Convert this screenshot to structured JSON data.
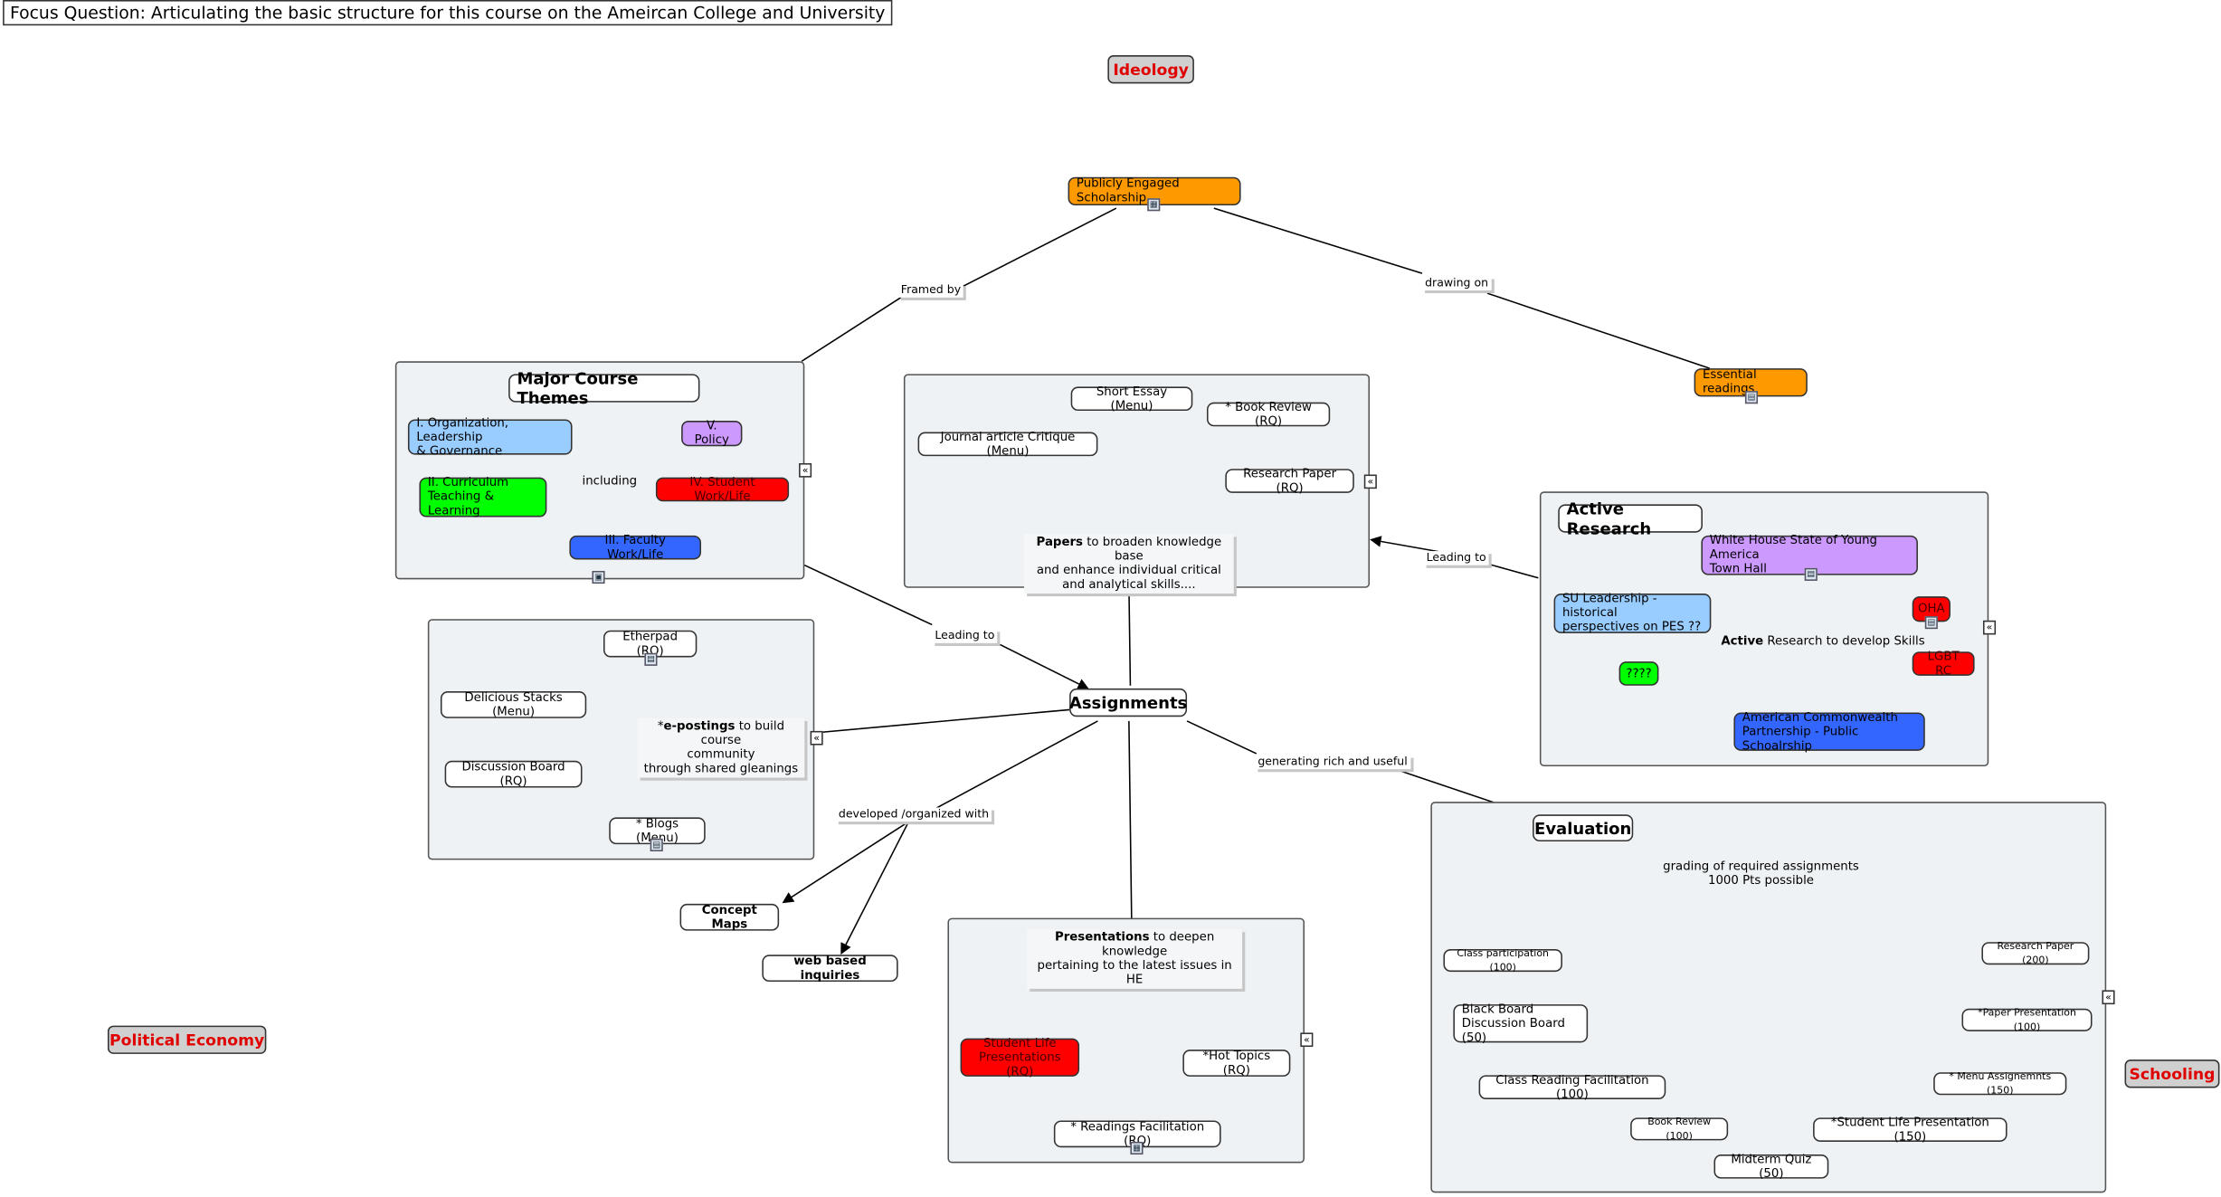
{
  "focus_question": "Focus Question:  Articulating the basic structure for this course on the Ameircan College and University",
  "corners": {
    "ideology": "Ideology",
    "political_economy": "Political Economy",
    "schooling": "Schooling"
  },
  "top": {
    "publicly_engaged": "Publicly Engaged Scholarship",
    "essential_readings": "Essential readings",
    "framed_by": "Framed by",
    "drawing_on": "drawing on"
  },
  "themes": {
    "title": "Major Course Themes",
    "hub": "including",
    "items": [
      "I. Organization, Leadership\n& Governance",
      "V. Policy",
      "II. Curriculum\nTeaching & Learning",
      "IV. Student Work/Life",
      "III. Faculty Work/Life"
    ]
  },
  "papers": {
    "hub_bold": "Papers",
    "hub_rest": " to broaden knowledge base\nand enhance individual critical\nand analytical skills....",
    "items": [
      "Short Essay (Menu)",
      "* Book Review (RQ)",
      "Journal article Critique (Menu)",
      "Research Paper (RQ)"
    ]
  },
  "active_research": {
    "title": "Active Research",
    "hub_bold": "Active",
    "hub_rest": " Research to develop Skills",
    "items": [
      "White House State of Young America\nTown Hall",
      "SU Leadership - historical\nperspectives on PES ??",
      "OHA",
      "LGBT RC",
      "????",
      "American Commonwealth\nPartnership - Public Schoalrship"
    ]
  },
  "epostings": {
    "hub_pre": "*",
    "hub_bold": "e-postings",
    "hub_rest": " to build course\ncommunity\nthrough shared gleanings",
    "items": [
      "Etherpad (RQ)",
      "Delicious Stacks (Menu)",
      "Discussion Board (RQ)",
      "* Blogs (Menu)"
    ]
  },
  "assignments": {
    "title": "Assignments",
    "leading_to_1": "Leading to",
    "leading_to_2": "Leading to",
    "developed": "developed /organized with",
    "generating": "generating rich and useful"
  },
  "tools": {
    "concept_maps": "Concept Maps",
    "web_inquiries": "web based inquiries"
  },
  "presentations": {
    "hub_bold": "Presentations",
    "hub_rest": " to deepen knowledge\npertaining to the latest issues in HE",
    "items": [
      "Student Life\nPresentations (RQ)",
      "*Hot Topics (RQ)",
      "* Readings Facilitation (RQ)"
    ]
  },
  "evaluation": {
    "title": "Evaluation",
    "hub": "grading of required assignments\n1000 Pts possible",
    "items": [
      "Class participation (100)",
      "Research Paper (200)",
      "Black Board\nDiscussion Board (50)",
      "*Paper Presentation (100)",
      "Class Reading Facilitation (100)",
      "* Menu Assignemnts (150)",
      "Book Review (100)",
      "*Student Life Presentation (150)",
      "Midterm Quiz (50)"
    ]
  },
  "colors": {
    "orange": "#ff9900",
    "light_blue": "#99ccff",
    "purple": "#cc99ff",
    "green": "#00ff00",
    "red": "#ff0000",
    "blue": "#3366ff",
    "panel": "#eef2f4",
    "corner_text": "#e00000"
  }
}
